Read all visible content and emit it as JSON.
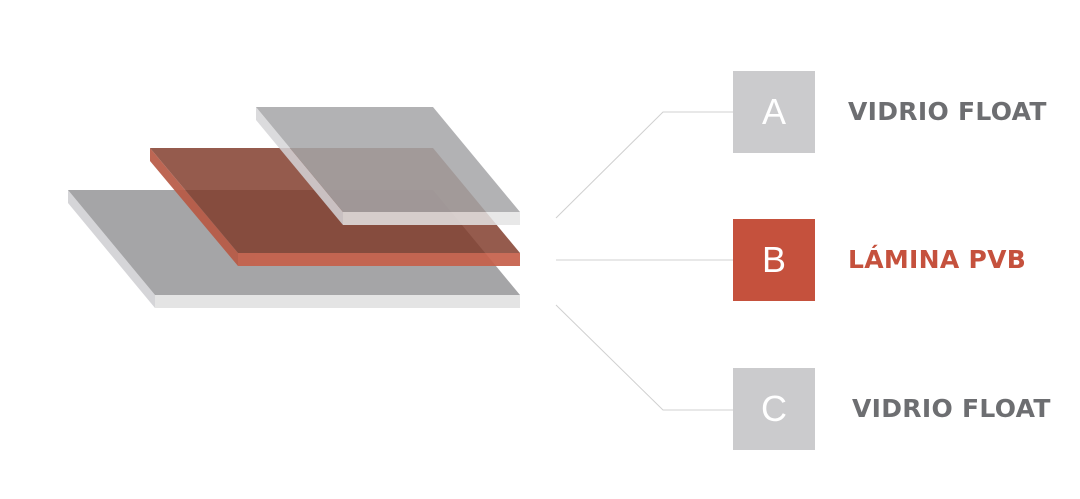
{
  "colors": {
    "glass_face": "#a5a5a7",
    "glass_edge": "#e4e4e4",
    "glass_side": "#d5d5d8",
    "pvb_face": "#8b4a3c",
    "pvb_edge": "#c5604a",
    "pvb_accent": "#c5513d",
    "badge_grey": "#cbcbcd",
    "label_grey": "#6d6e71",
    "connector": "#d0d0d0"
  },
  "layers": [
    {
      "letter": "A",
      "label": "VIDRIO FLOAT",
      "material": "glass"
    },
    {
      "letter": "B",
      "label": "LÁMINA PVB",
      "material": "pvb"
    },
    {
      "letter": "C",
      "label": "VIDRIO FLOAT",
      "material": "glass"
    }
  ]
}
